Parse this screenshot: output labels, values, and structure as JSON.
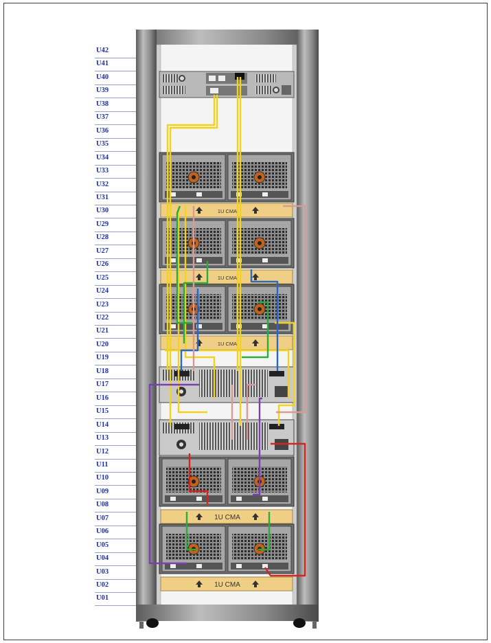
{
  "units": [
    "U42",
    "U41",
    "U40",
    "U39",
    "U38",
    "U37",
    "U36",
    "U35",
    "U34",
    "U33",
    "U32",
    "U31",
    "U30",
    "U29",
    "U28",
    "U27",
    "U26",
    "U25",
    "U24",
    "U23",
    "U22",
    "U21",
    "U20",
    "U19",
    "U18",
    "U17",
    "U16",
    "U15",
    "U14",
    "U13",
    "U12",
    "U11",
    "U10",
    "U09",
    "U08",
    "U07",
    "U06",
    "U05",
    "U04",
    "U03",
    "U02",
    "U01"
  ],
  "cma": [
    {
      "label": "1U CMA",
      "size": "small"
    },
    {
      "label": "1U CMA",
      "size": "small"
    },
    {
      "label": "1U CMA",
      "size": "small"
    },
    {
      "label": "1U CMA",
      "size": "large"
    },
    {
      "label": "1U CMA",
      "size": "large"
    }
  ],
  "colors": {
    "unit_label": "#1c2fa8",
    "cable_yellow": "#f2d21b",
    "cable_green": "#2faa3c",
    "cable_blue": "#2a68c8",
    "cable_pink": "#d99a94",
    "cable_red": "#d4261e",
    "cable_purple": "#7a3fb0",
    "cma_fill": "#efcf85"
  }
}
